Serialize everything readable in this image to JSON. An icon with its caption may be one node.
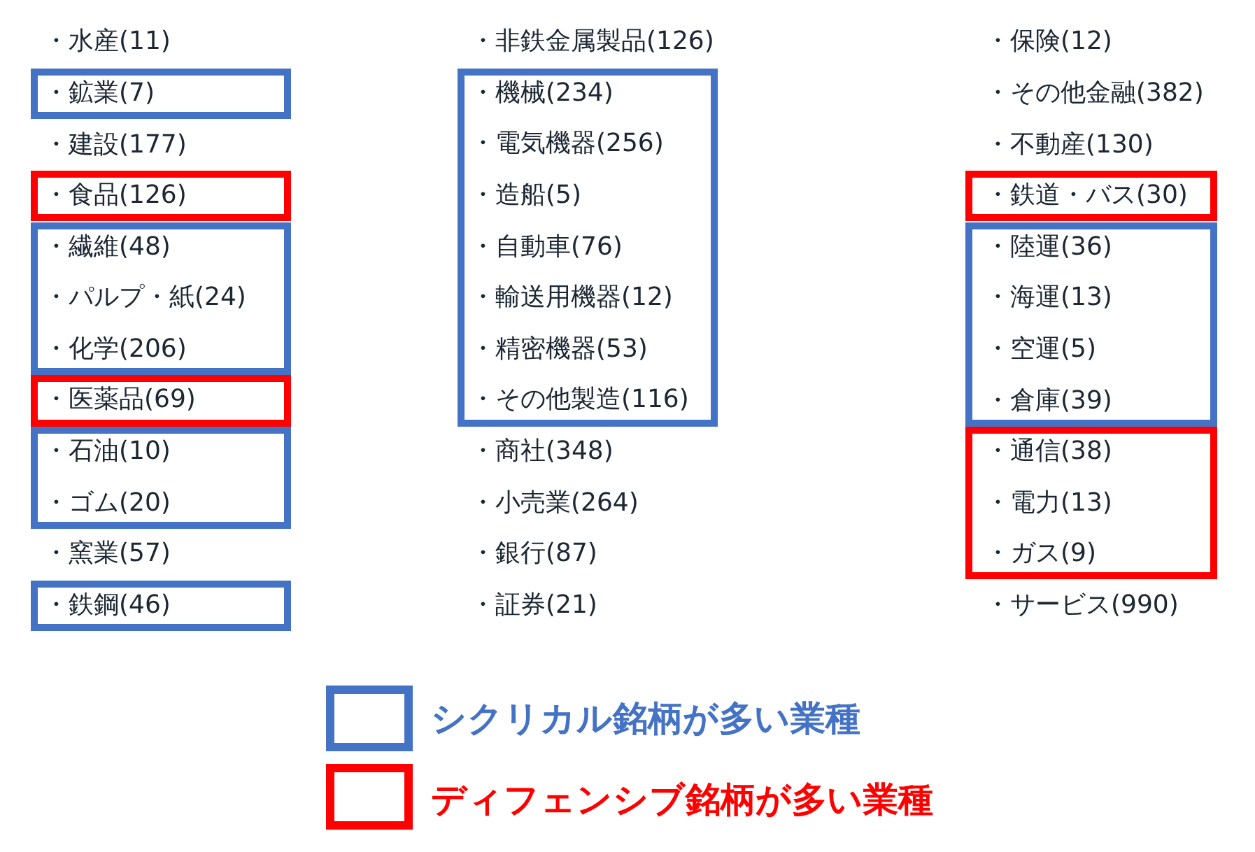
{
  "diagram": {
    "nodes": [
      {
        "text": [
          "・鉱業(7)"
        ]
      },
      {
        "text": [
          "・食品(126)"
        ]
      },
      {
        "text": [
          "・繊維(48)",
          "・パルプ・紙(24)",
          "・化学(206)"
        ]
      },
      {
        "text": [
          "・医薬品(69)"
        ]
      },
      {
        "text": [
          "・石油(10)",
          "・ゴム(20)"
        ]
      },
      {
        "text": [
          "・鉄鋼(46)"
        ]
      },
      {
        "text": [
          "・機械(234)",
          "・電気機器(256)",
          "・造船(5)",
          "・自動車(76)",
          "・輸送用機器(12)",
          "・精密機器(53)",
          "・その他製造(116)"
        ]
      },
      {
        "text": [
          "・鉄道・バス(30)"
        ]
      },
      {
        "text": [
          "・陸運(36)",
          "・海運(13)",
          "・空運(5)",
          "・倉庫(39)"
        ]
      },
      {
        "text": [
          "・通信(38)",
          "・電力(13)",
          "・ガス(9)"
        ]
      }
    ],
    "labels": [
      "・水産(11)",
      "・建設(177)",
      "・窯業(57)",
      "・非鉄金属製品(126)",
      "・商社(348)",
      "・小売業(264)",
      "・銀行(87)",
      "・証券(21)",
      "・保険(12)",
      "・その他金融(382)",
      "・不動産(130)",
      "・サービス(990)"
    ],
    "legend": [
      {
        "text": "シクリカル銘柄が多い業種",
        "color": "#4472c4"
      },
      {
        "text": "ディフェンシブ銘柄が多い業種",
        "color": "#ff0000"
      }
    ]
  }
}
